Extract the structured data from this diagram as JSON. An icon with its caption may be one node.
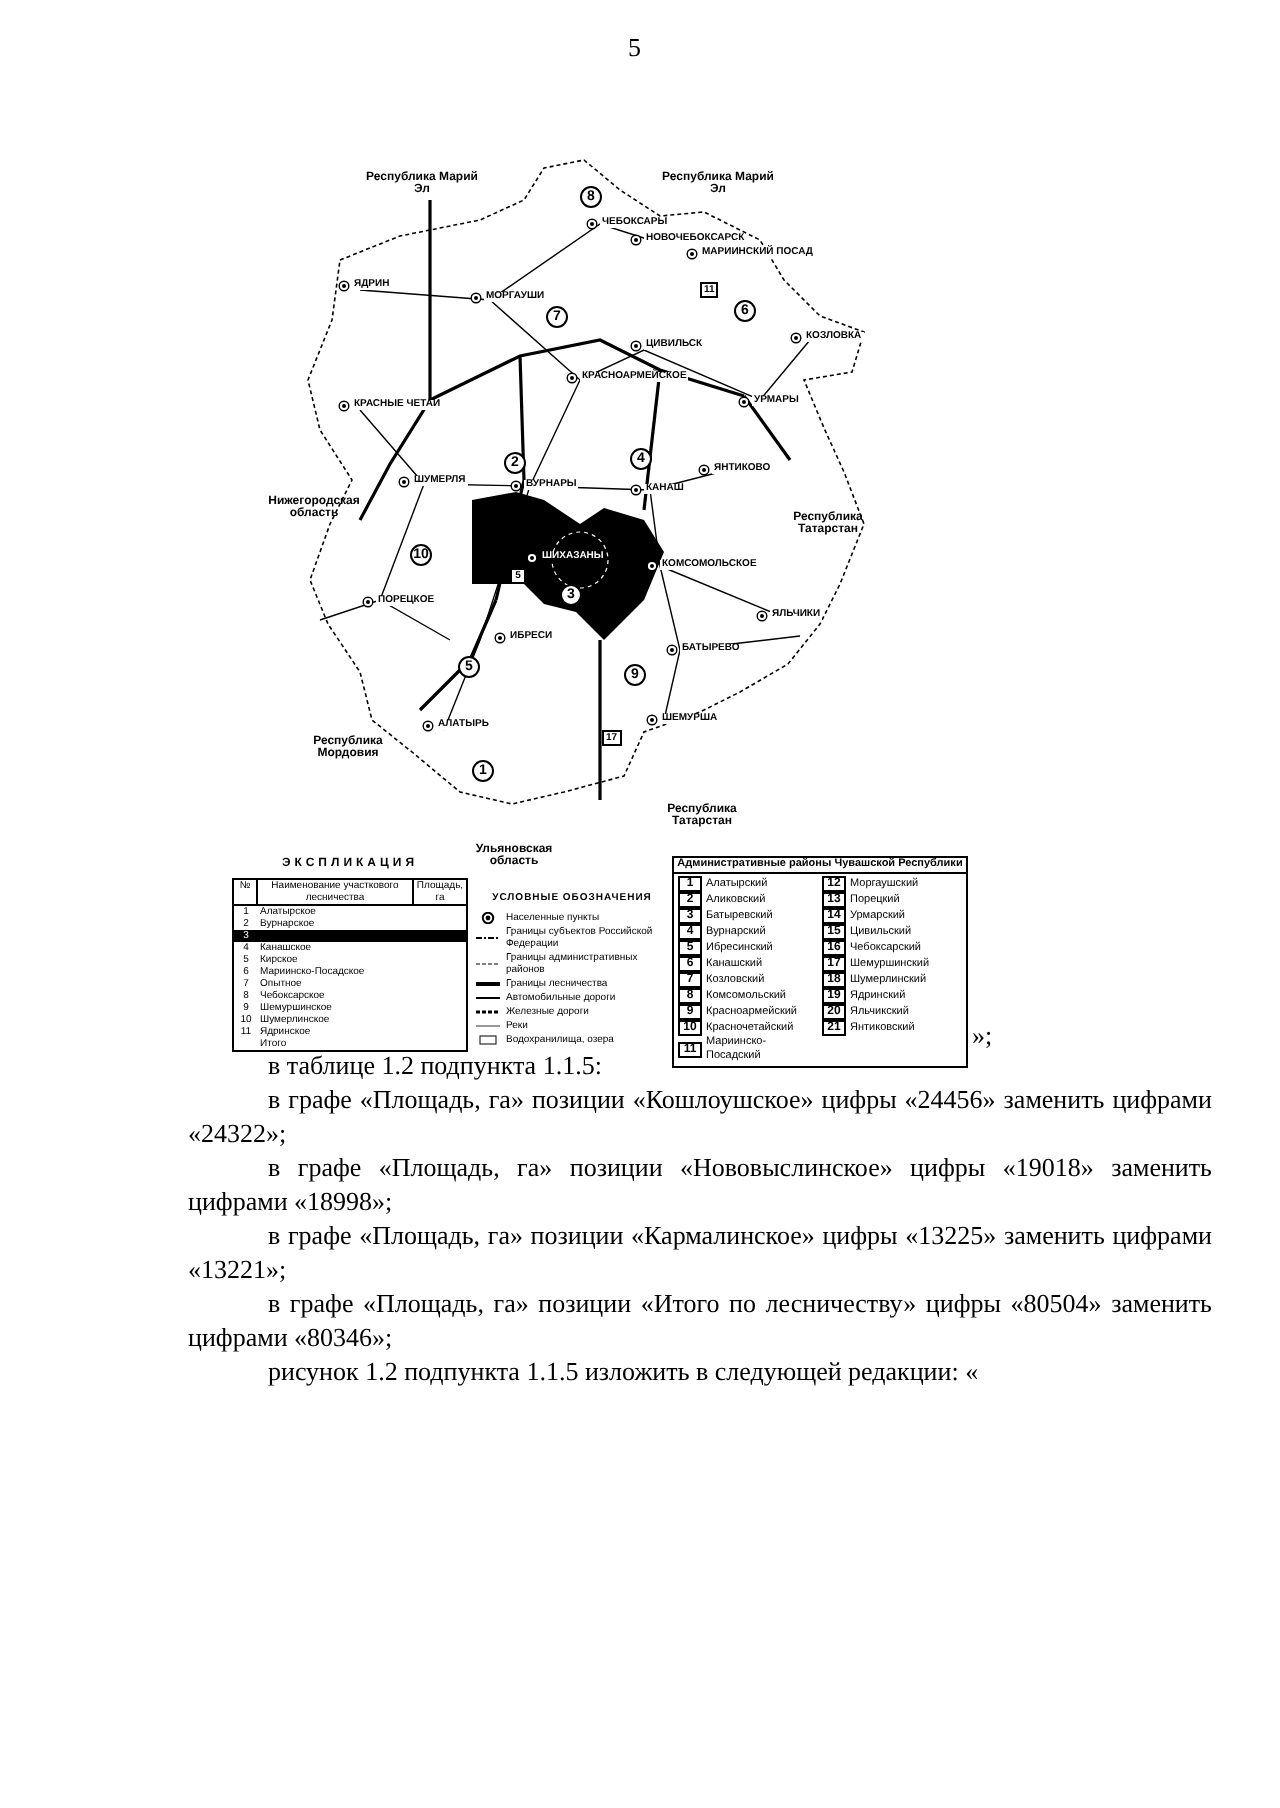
{
  "diagram": {
    "labels": [
      "5",
      "Республика Марий Эл",
      "Республика Марий Эл",
      "8",
      "ЧЕБОКСАРЫ",
      "НОВОЧЕБОКСАРСК",
      "МАРИИНСКИЙ ПОСАД",
      "11",
      "6",
      "КОЗЛОВКА",
      "ЯДРИН",
      "МОРГАУШИ",
      "7",
      "ЦИВИЛЬСК",
      "КРАСНОАРМЕЙСКОЕ",
      "КРАСНЫЕ ЧЕТАИ",
      "УРМАРЫ",
      "2",
      "4",
      "ВУРНАРЫ",
      "КАНАШ",
      "ЯНТИКОВО",
      "ШУМЕРЛЯ",
      "Нижегородская область",
      "Республика Татарстан",
      "10",
      "ПОРЕЦКОЕ",
      "5",
      "3",
      "ШИХАЗАНЫ",
      "КОМСОМОЛЬСКОЕ",
      "ЯЛЬЧИКИ",
      "БАТЫРЕВО",
      "5",
      "ИБРЕСИ",
      "9",
      "ШЕМУРША",
      "Республика Мордовия",
      "АЛАТЫРЬ",
      "1",
      "17",
      "Республика Татарстан",
      "Ульяновская область",
      "ЭКСПЛИКАЦИЯ",
      "№",
      "Наименование участкового лесничества",
      "Площадь, га",
      "1",
      "Алатырское",
      "2",
      "Вурнарское",
      "3",
      "4",
      "Канашское",
      "5",
      "Кирское",
      "6",
      "Мариинско-Посадское",
      "7",
      "Опытное",
      "8",
      "Чебоксарское",
      "9",
      "Шемуршинское",
      "10",
      "Шумерлинское",
      "11",
      "Ядринское",
      "Итого",
      "УСЛОВНЫЕ ОБОЗНАЧЕНИЯ",
      "Административные районы Чувашской Республики",
      "1",
      "Алатырский",
      "12",
      "Моргаушский",
      "2",
      "Аликовский",
      "13",
      "Порецкий",
      "3",
      "Батыревский",
      "14",
      "Урмарский",
      "4",
      "Вурнарский",
      "15",
      "Цивильский",
      "5",
      "Ибресинский",
      "16",
      "Чебоксарский",
      "6",
      "Канашский",
      "17",
      "Шемуршинский",
      "7",
      "Козловский",
      "18",
      "Шумерлинский",
      "8",
      "Комсомольский",
      "19",
      "Ядринский",
      "9",
      "Красноармейский",
      "20",
      "Яльчикский",
      "10",
      "Красночетайский",
      "21",
      "Янтиковский",
      "11",
      "Мариинско-Посадский",
      "»;",
      "в таблице 1.2 подпункта 1.1.5:",
      "в графе «Площадь, га» позиции «Кошлоушское» цифры «24456» заменить цифрами «24322»;",
      "в графе «Площадь, га» позиции «Нововыслинское» цифры «19018» заменить цифрами «18998»;",
      "в графе «Площадь, га» позиции «Кармалинское» цифры «13225» заменить цифрами «13221»;",
      "в графе «Площадь, га» позиции «Итого по лесничеству» цифры «80504» заменить цифрами «80346»;",
      "рисунок 1.2 подпункта 1.1.5 изложить в следующей редакции: «"
    ],
    "legend": [
      {
        "text": "Населенные пункты"
      },
      {
        "text": "Границы субъектов Российской Федерации"
      },
      {
        "text": "Границы административных районов"
      },
      {
        "text": "Границы лесничества"
      },
      {
        "text": "Автомобильные дороги"
      },
      {
        "text": "Железные дороги"
      },
      {
        "text": "Реки"
      },
      {
        "text": "Водохранилища, озера"
      }
    ]
  }
}
